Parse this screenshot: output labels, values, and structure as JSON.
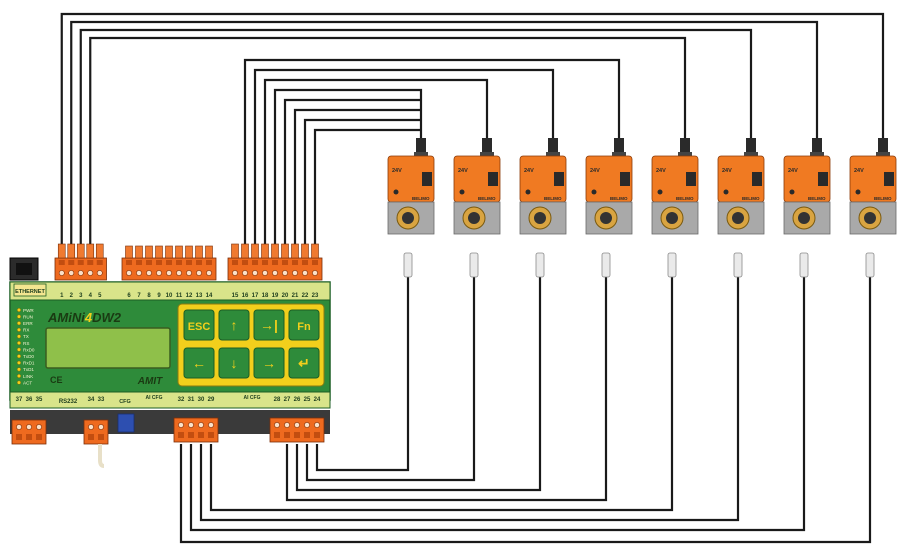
{
  "controller": {
    "brand": "AMiNi4DW2",
    "brand_pre": "AMiNi",
    "brand_digit": "4",
    "brand_post": "DW2",
    "maker": "AMIT",
    "ethernet_label": "ETHERNET",
    "rs232_label": "RS232",
    "cfg_label": "CFG",
    "ce_mark": "CE",
    "ai_cfg_label_1": "AI CFG",
    "ai_cfg_label_2": "AI CFG",
    "leds": [
      "PWR",
      "RUN",
      "ERR",
      "RX",
      "TX",
      "RS",
      "RxD0",
      "TxD0",
      "RxD1",
      "TxD1",
      "LINK",
      "ACT"
    ],
    "keys": [
      "ESC",
      "↑",
      "→|",
      "Fn",
      "←",
      "↓",
      "→",
      "↵"
    ],
    "top_terminal_numbers_a": [
      "1",
      "2",
      "3",
      "4",
      "5"
    ],
    "top_terminal_numbers_b": [
      "6",
      "7",
      "8",
      "9",
      "10",
      "11",
      "12",
      "13",
      "14"
    ],
    "top_terminal_numbers_c": [
      "15",
      "16",
      "17",
      "18",
      "19",
      "20",
      "21",
      "22",
      "23"
    ],
    "bottom_terminal_numbers_a": [
      "37",
      "36",
      "35"
    ],
    "bottom_terminal_numbers_b": [
      "34",
      "33"
    ],
    "bottom_terminal_numbers_c": [
      "32",
      "31",
      "30",
      "29"
    ],
    "bottom_terminal_numbers_d": [
      "28",
      "27",
      "26",
      "25",
      "24"
    ]
  },
  "actuators": {
    "count": 8,
    "voltage_label": "24V",
    "brand_label": "BELIMO"
  },
  "colors": {
    "controller_green": "#2e8b3a",
    "panel_yellow": "#f2cf1c",
    "terminal_orange": "#ee6a1f",
    "actuator_orange": "#f07a22",
    "lcd_green": "#8fc04a",
    "wire": "#1a1a1a"
  }
}
